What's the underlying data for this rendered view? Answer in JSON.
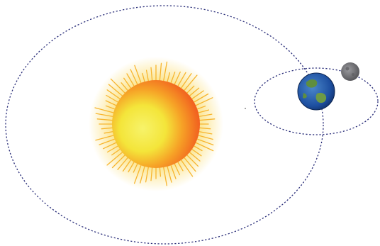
{
  "colors": {
    "background": "#ffffff",
    "orbit_line": "#2b2f7a",
    "sun_core": "#f4f13a",
    "sun_edge": "#f0461c",
    "sun_rays": "#f7b52e",
    "earth_ocean": "#1d4fa0",
    "earth_land": "#5f8e3f",
    "moon": "#6e6e72"
  },
  "bodies": [
    {
      "key": "sun",
      "icon": "sun-icon"
    },
    {
      "key": "earth",
      "icon": "earth-icon"
    },
    {
      "key": "moon",
      "icon": "moon-icon"
    }
  ],
  "orbits": [
    {
      "key": "earth-orbit",
      "around": "sun",
      "style": "dotted"
    },
    {
      "key": "moon-orbit",
      "around": "earth",
      "style": "dotted"
    }
  ]
}
